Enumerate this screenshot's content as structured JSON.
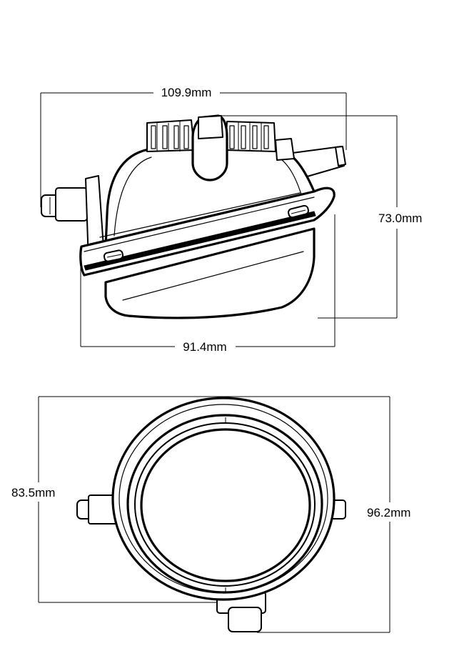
{
  "dimensions": {
    "side_width_top": "109.9mm",
    "side_height": "73.0mm",
    "side_width_bottom": "91.4mm",
    "front_height_left": "83.5mm",
    "front_height_right": "96.2mm"
  },
  "colors": {
    "line": "#000000",
    "background": "#ffffff"
  }
}
